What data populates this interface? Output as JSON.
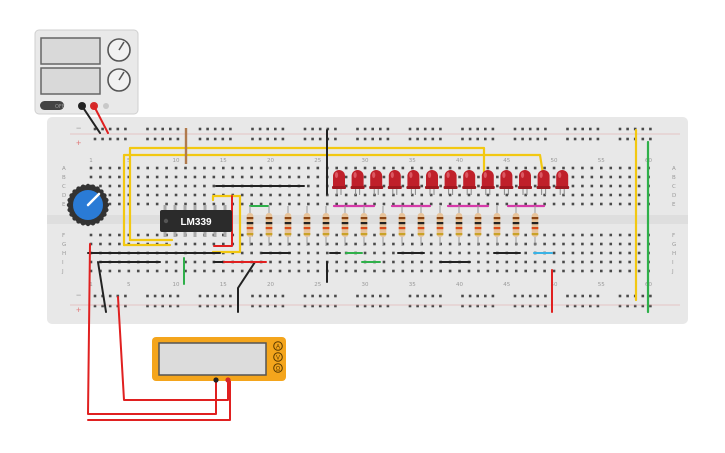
{
  "power_supply": {
    "off_label": "OFF"
  },
  "chip": {
    "label": "LM339"
  },
  "breadboard": {
    "column_numbers": [
      "1",
      "5",
      "10",
      "15",
      "20",
      "25",
      "30",
      "35",
      "40",
      "45",
      "50",
      "55",
      "60"
    ],
    "row_letters_top": [
      "A",
      "B",
      "C",
      "D",
      "E"
    ],
    "row_letters_bottom": [
      "F",
      "G",
      "H",
      "I",
      "J"
    ],
    "rail_plus": "+",
    "rail_minus": "−"
  },
  "multimeter": {
    "modes": [
      "A",
      "V",
      "Ω"
    ]
  },
  "colors": {
    "wire_red": "#e02020",
    "wire_yellow": "#f2c811",
    "wire_black": "#222222",
    "wire_green": "#2fb04a",
    "wire_pink": "#d63aa9",
    "wire_blue": "#39b3e6",
    "led_red": "#c0202a",
    "chip": "#2b2b2b",
    "breadboard": "#e8e8e8",
    "multimeter": "#f4a51c"
  },
  "led_count": 13,
  "resistor_count": 16
}
